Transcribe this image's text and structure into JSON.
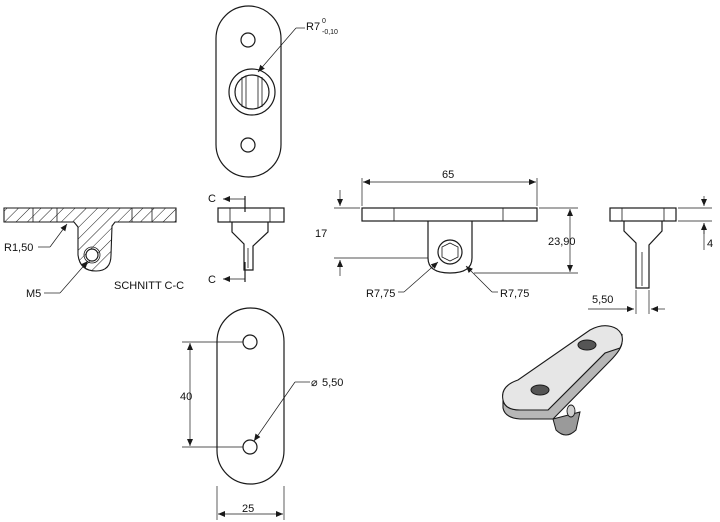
{
  "dimensions": {
    "radius_top": "R7",
    "radius_top_tol_upper": "0",
    "radius_top_tol_lower": "-0,10",
    "width_65": "65",
    "height_17": "17",
    "height_2390": "23,90",
    "fillet_r150": "R1,50",
    "thread_m5": "M5",
    "radius_775_left": "R7,75",
    "radius_775_right": "R7,75",
    "depth_4": "4",
    "width_550": "5,50",
    "spacing_40": "40",
    "hole_dia": "5,50",
    "diameter_symbol": "⌀",
    "width_25": "25"
  },
  "section": {
    "title": "SCHNITT C-C",
    "marker_top": "C",
    "marker_bottom": "C"
  }
}
